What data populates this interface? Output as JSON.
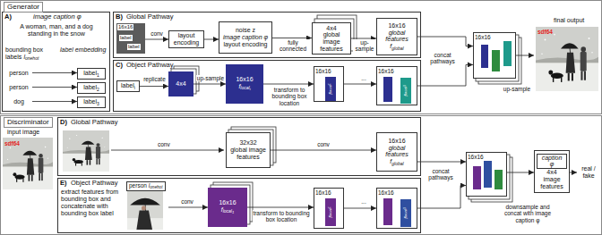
{
  "diagram": {
    "nodes": [
      {
        "text": [
          "Generator"
        ]
      },
      {
        "text": [
          "A)",
          "image caption φ",
          "A woman, man, and a dog standing in the snow",
          "bounding box labels",
          "l",
          "onehot",
          "label embedding"
        ],
        "in": 0
      },
      {
        "text": [
          "person"
        ],
        "in": 1
      },
      {
        "text": [
          "label",
          "1"
        ],
        "in": 1
      },
      {
        "text": [
          "person"
        ],
        "in": 1
      },
      {
        "text": [
          "label",
          "2"
        ],
        "in": 1
      },
      {
        "text": [
          "dog"
        ],
        "in": 1
      },
      {
        "text": [
          "label",
          "3"
        ],
        "in": 1
      },
      {
        "text": [
          "B)",
          "Global Pathway"
        ],
        "in": 0
      },
      {
        "text": [
          "16x16",
          "label",
          "label"
        ],
        "in": 8
      },
      {
        "text": [
          "layout encoding"
        ],
        "in": 8
      },
      {
        "text": [
          "noise z",
          "image caption φ",
          "layout encoding"
        ],
        "in": 8
      },
      {
        "text": [
          "4x4",
          "global image features"
        ],
        "in": 8
      },
      {
        "text": [
          "16x16",
          "global features",
          "f",
          "global"
        ],
        "in": 8
      },
      {
        "text": [
          "C)",
          "Object Pathway"
        ],
        "in": 0
      },
      {
        "text": [
          "label",
          "i"
        ],
        "in": 14
      },
      {
        "text": [
          "4x4"
        ],
        "in": 14
      },
      {
        "text": [
          "16x16",
          "f",
          "local",
          "i"
        ],
        "in": 14
      },
      {
        "text": [
          "16x16",
          "f",
          "local",
          "1"
        ],
        "in": 14
      },
      {
        "text": [
          "16x16",
          "f",
          "local",
          "3"
        ],
        "in": 14
      },
      {
        "text": [
          "16x16"
        ],
        "in": 0
      },
      {
        "text": [
          "final output",
          "sdf64"
        ],
        "in": 0
      },
      {
        "text": [
          "Discriminator"
        ]
      },
      {
        "text": [
          "input image",
          "sdf64"
        ],
        "in": 22
      },
      {
        "text": [
          "D)",
          "Global Pathway"
        ],
        "in": 22
      },
      {
        "text": [
          "32x32",
          "global image features"
        ],
        "in": 24
      },
      {
        "text": [
          "16x16",
          "global features",
          "f",
          "global"
        ],
        "in": 24
      },
      {
        "text": [
          "E)",
          "Object Pathway"
        ],
        "in": 22
      },
      {
        "text": [
          "person",
          "l",
          "onehot"
        ],
        "in": 27
      },
      {
        "text": [
          "16x16",
          "f",
          "local",
          "1"
        ],
        "in": 27
      },
      {
        "text": [
          "16x16",
          "f",
          "local",
          "1"
        ],
        "in": 27
      },
      {
        "text": [
          "16x16",
          "f",
          "local",
          "3"
        ],
        "in": 27
      },
      {
        "text": [
          "16x16"
        ],
        "in": 22
      },
      {
        "text": [
          "caption φ",
          "4x4",
          "image features"
        ],
        "in": 22
      },
      {
        "text": [
          "real / fake"
        ],
        "in": 22
      }
    ],
    "edges": [
      {
        "from": 2,
        "to": 3,
        "arrow": "to"
      },
      {
        "from": 4,
        "to": 5,
        "arrow": "to"
      },
      {
        "from": 6,
        "to": 7,
        "arrow": "to"
      },
      {
        "from": 9,
        "to": 10,
        "label": "conv",
        "arrow": "to"
      },
      {
        "from": 10,
        "to": 11,
        "arrow": "to"
      },
      {
        "from": 11,
        "to": 12,
        "label": "fully connected",
        "arrow": "to"
      },
      {
        "from": 12,
        "to": 13,
        "label": "up-sample",
        "arrow": "to"
      },
      {
        "from": 15,
        "to": 16,
        "label": "replicate",
        "arrow": "to"
      },
      {
        "from": 16,
        "to": 17,
        "label": "up-sample",
        "arrow": "to"
      },
      {
        "from": 17,
        "to": 18,
        "label": "transform to bounding box location",
        "arrow": "to"
      },
      {
        "from": 18,
        "to": 19,
        "label": "...",
        "arrow": "to"
      },
      {
        "from": 13,
        "to": 20,
        "arrow": "to"
      },
      {
        "from": 19,
        "to": 20,
        "arrow": "to"
      },
      {
        "from": 20,
        "to": 21,
        "label": "up-sample",
        "arrow": "to"
      },
      {
        "from": 25,
        "to": 26,
        "label": "conv",
        "arrow": "to"
      },
      {
        "from": 28,
        "to": 29,
        "label": "conv",
        "arrow": "to"
      },
      {
        "from": 29,
        "to": 30,
        "label": "transform to bounding box location",
        "arrow": "to"
      },
      {
        "from": 30,
        "to": 31,
        "label": "...",
        "arrow": "to"
      },
      {
        "from": 26,
        "to": 32,
        "arrow": "to"
      },
      {
        "from": 31,
        "to": 32,
        "arrow": "to"
      },
      {
        "from": 32,
        "to": 33,
        "label": "downsample and concat with image caption φ",
        "arrow": "to"
      },
      {
        "from": 33,
        "to": 34,
        "arrow": "to"
      }
    ],
    "labels": [
      "concat pathways",
      "conv",
      "extract features from bounding box and concatenate with bounding box label",
      "concat pathways"
    ]
  }
}
